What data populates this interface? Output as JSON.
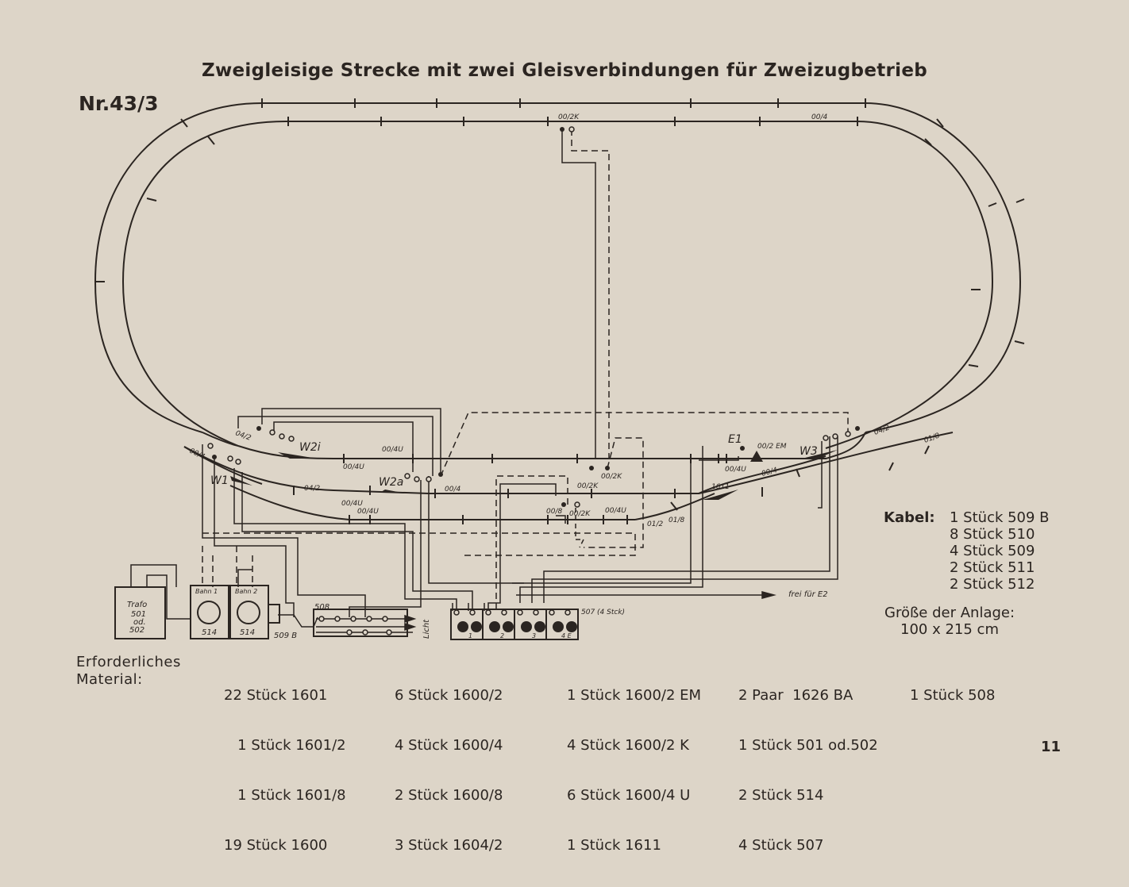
{
  "title": "Zweigleisige Strecke mit zwei Gleisverbindungen für Zweizugbetrieb",
  "plan_number": "Nr.43/3",
  "page_number": "11",
  "kabel": {
    "label": "Kabel:",
    "items": [
      "1 Stück 509 B",
      "8 Stück 510",
      "4 Stück 509",
      "2 Stück 511",
      "2 Stück 512"
    ]
  },
  "groesse": {
    "label": "Größe der Anlage:",
    "value": "100 x 215 cm"
  },
  "material": {
    "label_line1": "Erforderliches",
    "label_line2": "Material:",
    "col1": [
      "22 Stück 1601",
      "   1 Stück 1601/2",
      "   1 Stück 1601/8",
      "19 Stück 1600"
    ],
    "col2": [
      "6 Stück 1600/2",
      "4 Stück 1600/4",
      "2 Stück 1600/8",
      "3 Stück 1604/2"
    ],
    "col3": [
      "1 Stück 1600/2 EM",
      "4 Stück 1600/2 K",
      "6 Stück 1600/4 U",
      "1 Stück 1611"
    ],
    "col4": [
      "2 Paar  1626 BA",
      "1 Stück 501 od.502",
      "2 Stück 514",
      "4 Stück 507"
    ],
    "col5": [
      "1 Stück 508"
    ]
  },
  "diagram_labels": {
    "w1": "W1",
    "w2i": "W2i",
    "w2a": "W2a",
    "w3": "W3",
    "e1": "E1",
    "t_0012k_top": "00/2K",
    "t_004_top": "00/4",
    "t_0014": "00/4",
    "t_042_left": "04/2",
    "t_042_mid": "04/2",
    "t_004u_1": "00/4U",
    "t_004u_2": "00/4U",
    "t_004u_3": "00/4U",
    "t_004u_4": "00/4U",
    "t_004u_5": "00/4U",
    "t_004u_6": "00/4U",
    "t_004_a": "00/4",
    "t_004_b": "00/4",
    "t_0012k_a": "00/2K",
    "t_0012k_b": "00/2K",
    "t_0012k_c": "00/2K",
    "t_008": "00/8",
    "t_012": "01/2",
    "t_018_a": "01/8",
    "t_018_b": "01/8",
    "t_0012em": "00/2 EM",
    "t_1611": "1611",
    "t_042_right": "04/2",
    "trafo": [
      "Trafo",
      "501",
      "od.",
      "502"
    ],
    "bahn1": "Bahn 1",
    "bahn2": "Bahn 2",
    "r514a": "514",
    "r514b": "514",
    "r509b": "509 B",
    "r508": "508",
    "licht": "Licht",
    "r507": "507 (4 Stck)",
    "frei": "frei für E2",
    "sw_numbers": [
      "1",
      "2",
      "3",
      "4 E"
    ]
  }
}
